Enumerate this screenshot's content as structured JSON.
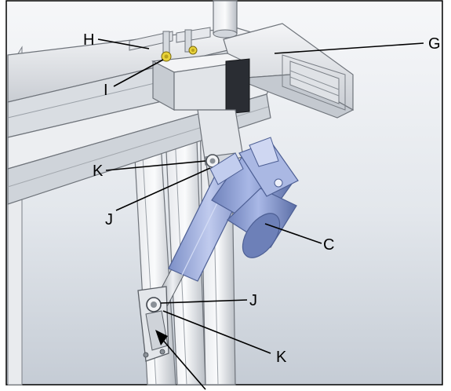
{
  "figure": {
    "labels": {
      "H": "H",
      "I": "I",
      "G": "G",
      "K_upper": "K",
      "J_upper": "J",
      "C": "C",
      "J_lower": "J",
      "K_lower": "K"
    }
  },
  "colors": {
    "background_top": "#f7f8fa",
    "background_bottom": "#c9d0d8",
    "frame_light": "#f0f1f3",
    "frame_mid": "#c8ccd2",
    "frame_dark": "#6f747b",
    "actuator_blue": "#8fa3d8",
    "actuator_dark": "#5a6fa8",
    "cap_black": "#2a2d33",
    "bolt_yellow": "#e8d23a"
  }
}
